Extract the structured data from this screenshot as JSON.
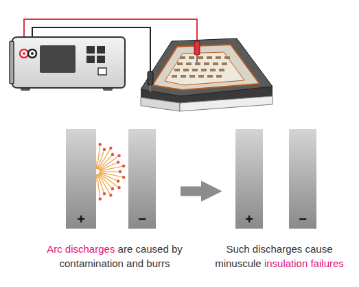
{
  "diagram": {
    "nodes": [
      {
        "text": [
          "+"
        ]
      },
      {
        "text": [
          "−"
        ]
      },
      {
        "text": [
          "+"
        ]
      },
      {
        "text": [
          "−"
        ]
      }
    ],
    "edges": [
      {
        "from": 1,
        "to": 2,
        "arrow": "to"
      }
    ],
    "labels": [
      "Arc discharges",
      "are caused by",
      "contamination and burrs",
      "Such discharges cause",
      "minuscule",
      "insulation failures"
    ]
  }
}
